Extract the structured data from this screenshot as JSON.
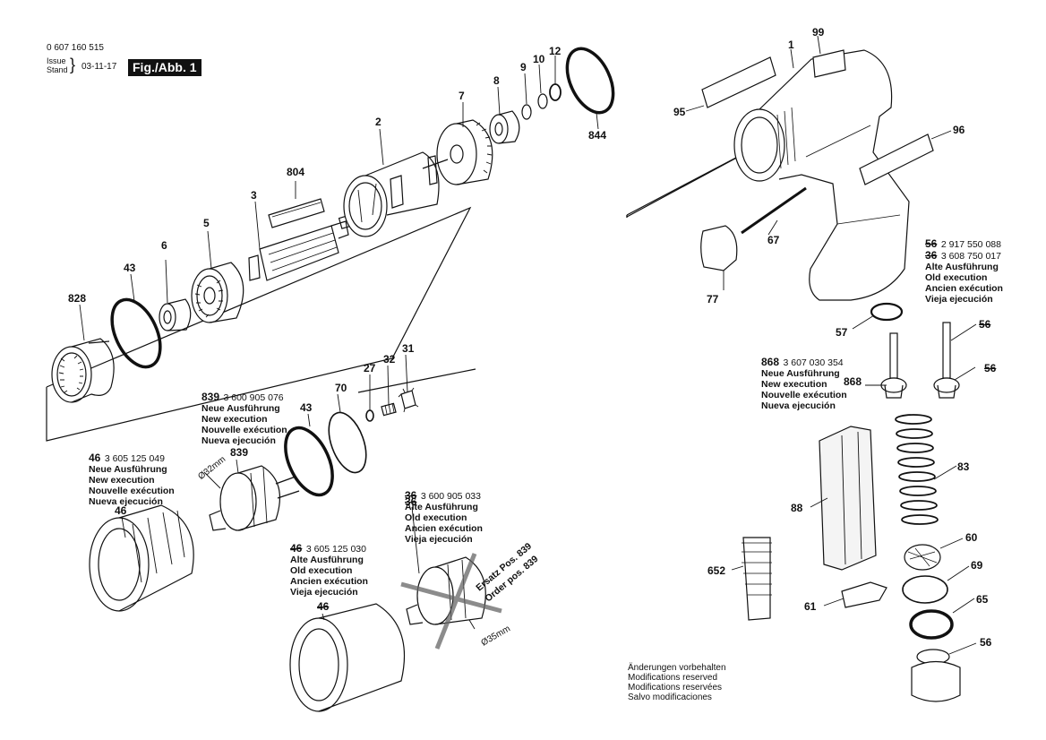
{
  "header": {
    "doc_number": "0 607 160 515",
    "issue_label": "Issue",
    "stand_label": "Stand",
    "issue_date": "03-11-17",
    "figure_label": "Fig./Abb. 1"
  },
  "part_numbers": {
    "p1": "1",
    "p2": "2",
    "p3": "3",
    "p5": "5",
    "p6": "6",
    "p7": "7",
    "p8": "8",
    "p9": "9",
    "p10": "10",
    "p12": "12",
    "p27": "27",
    "p31": "31",
    "p32": "32",
    "p43a": "43",
    "p43b": "43",
    "p46": "46",
    "p46old": "46",
    "p56": "56",
    "p56old": "56",
    "p56old2": "56",
    "p57": "57",
    "p60": "60",
    "p61": "61",
    "p65": "65",
    "p67": "67",
    "p69": "69",
    "p70": "70",
    "p77": "77",
    "p83": "83",
    "p88": "88",
    "p95": "95",
    "p96": "96",
    "p99": "99",
    "p36old": "36",
    "p652": "652",
    "p804": "804",
    "p828": "828",
    "p839": "839",
    "p844": "844",
    "p868": "868"
  },
  "labels": {
    "d32": "Ø32mm",
    "d35": "Ø35mm",
    "replacement_de": "Ersatz Pos. 839",
    "replacement_en": "Order pos. 839"
  },
  "info_blocks": {
    "b839": {
      "num": "839",
      "code": "3 600 905 076",
      "l1": "Neue Ausführung",
      "l2": "New execution",
      "l3": "Nouvelle exécution",
      "l4": "Nueva ejecución"
    },
    "b46": {
      "num": "46",
      "code": "3 605 125 049",
      "l1": "Neue Ausführung",
      "l2": "New execution",
      "l3": "Nouvelle exécution",
      "l4": "Nueva ejecución"
    },
    "b36": {
      "num": "36",
      "code": "3 600 905 033",
      "l1": "Alte Ausführung",
      "l2": "Old execution",
      "l3": "Ancien exécution",
      "l4": "Vieja ejecución"
    },
    "b46old": {
      "num": "46",
      "code": "3 605 125 030",
      "l1": "Alte Ausführung",
      "l2": "Old execution",
      "l3": "Ancien exécution",
      "l4": "Vieja ejecución"
    },
    "b56": {
      "num1": "56",
      "code1": "2 917 550 088",
      "num2": "36",
      "code2": "3 608 750 017",
      "l1": "Alte Ausführung",
      "l2": "Old execution",
      "l3": "Ancien exécution",
      "l4": "Vieja ejecución"
    },
    "b868": {
      "num": "868",
      "code": "3 607 030 354",
      "l1": "Neue Ausführung",
      "l2": "New execution",
      "l3": "Nouvelle exécution",
      "l4": "Nueva ejecución"
    }
  },
  "footer": {
    "l1": "Änderungen vorbehalten",
    "l2": "Modifications reserved",
    "l3": "Modifications reservées",
    "l4": "Salvo modificaciones"
  }
}
